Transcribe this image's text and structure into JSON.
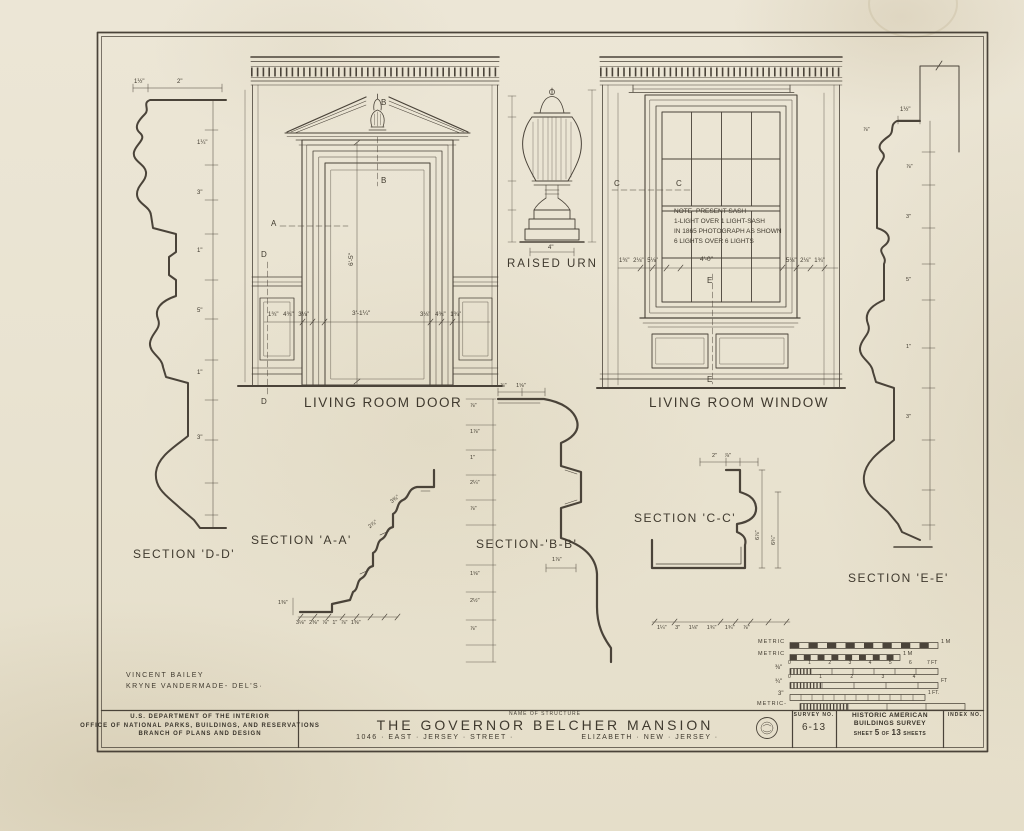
{
  "sheet": {
    "paper_color": "#e9e3d1",
    "ink_color": "#4a4339"
  },
  "drawings": {
    "door": {
      "label": "LIVING ROOM DOOR",
      "refs": {
        "a": "A",
        "b": "B",
        "d": "D"
      },
      "dims": {
        "left_jamb": "1¾\" 4¾\" 3⅛\"",
        "width": "3'-1¼\"",
        "right_jamb": "3⅛\" 4¾\" 1¾\"",
        "height": "6'-5\""
      }
    },
    "urn": {
      "label": "RAISED URN",
      "dims": {
        "base_width": "4\""
      }
    },
    "window": {
      "label": "LIVING ROOM WINDOW",
      "refs": {
        "c": "C",
        "e": "E"
      },
      "note": [
        "NOTE- PRESENT SASH",
        "1-LIGHT OVER 1 LIGHT-SASH",
        "IN 1865 PHOTOGRAPH AS SHOWN",
        "6 LIGHTS OVER 6 LIGHTS"
      ],
      "dims": {
        "left_jamb": "1¾\" 2⅛\" 5⅛\"",
        "width": "4'-0\"",
        "right_jamb": "5⅛\" 2⅛\" 1¾\""
      }
    },
    "section_dd": {
      "label": "SECTION 'D-D'",
      "dim_top1": "1½\"",
      "dim_top2": "2\"",
      "dims_side": [
        "1¼\"",
        "3\"",
        "1\"",
        "5\"",
        "1\"",
        "3\""
      ]
    },
    "section_aa": {
      "label": "SECTION 'A-A'",
      "dims_bottom": "3⅛\" 2⅜\" ⅞\" 1\" ⅞\" 1⅜\"",
      "dim_left": "1⅜\"",
      "dim_diag1": "2⅞\"",
      "dim_diag2": "3⅜\""
    },
    "section_bb": {
      "label": "SECTION-'B-B'",
      "dims_left": [
        "⅞\"",
        "1⅞\"",
        "1\"",
        "2¼\"",
        "⅞\"",
        "1⅝\"",
        "2½\"",
        "⅞\""
      ],
      "dim_top": "⅞\" 1⅝\"",
      "dim_inner": "1⅞\""
    },
    "section_cc": {
      "label": "SECTION 'C-C'",
      "dims_bottom": "1¼\" 3\" 1⅛\" 1¾\" 1¾\" ⅞\"",
      "dim_top": "2\" ⅞\"",
      "dim_v1": "6⅞\"",
      "dim_v2": "6¾\""
    },
    "section_ee": {
      "label": "SECTION 'E-E'",
      "dim_top": "1½\"",
      "dim_small": "⅞\"",
      "dims_side": [
        "⅞\"",
        "3\"",
        "5\"",
        "1\"",
        "3\""
      ]
    }
  },
  "scales": {
    "row1": {
      "label": "METRIC",
      "end": "1 M"
    },
    "row2": {
      "label": "METRIC",
      "end": "1 M"
    },
    "row3": {
      "label": "⅜\"",
      "numbers": "0 1 2 3 4 5 6",
      "end": "7 FT"
    },
    "row4": {
      "label": "¾\"",
      "numbers": "0 1 2 3 4",
      "end": "FT"
    },
    "row5": {
      "label": "3\"",
      "end": "1 FT."
    },
    "row6": {
      "label": "METRIC-"
    }
  },
  "credits": {
    "line1": "VINCENT BAILEY",
    "line2": "KRYNE VANDERMADE- DEL'S·"
  },
  "title_block": {
    "agency1": "U.S. DEPARTMENT OF THE INTERIOR",
    "agency2": "OFFICE OF NATIONAL PARKS, BUILDINGS, AND RESERVATIONS",
    "agency3": "BRANCH OF PLANS AND DESIGN",
    "name_label": "NAME OF STRUCTURE",
    "structure_name": "THE GOVERNOR BELCHER MANSION",
    "address": "1046 · EAST · JERSEY · STREET ·",
    "city": "ELIZABETH · NEW · JERSEY ·",
    "survey_label": "SURVEY NO.",
    "survey_no": "6-13",
    "habs_line1": "HISTORIC AMERICAN",
    "habs_line2": "BUILDINGS SURVEY",
    "sheet_prefix": "SHEET",
    "sheet_number": "5",
    "sheet_of": "OF",
    "sheet_total": "13",
    "sheet_suffix": "SHEETS",
    "index_label": "INDEX NO."
  }
}
